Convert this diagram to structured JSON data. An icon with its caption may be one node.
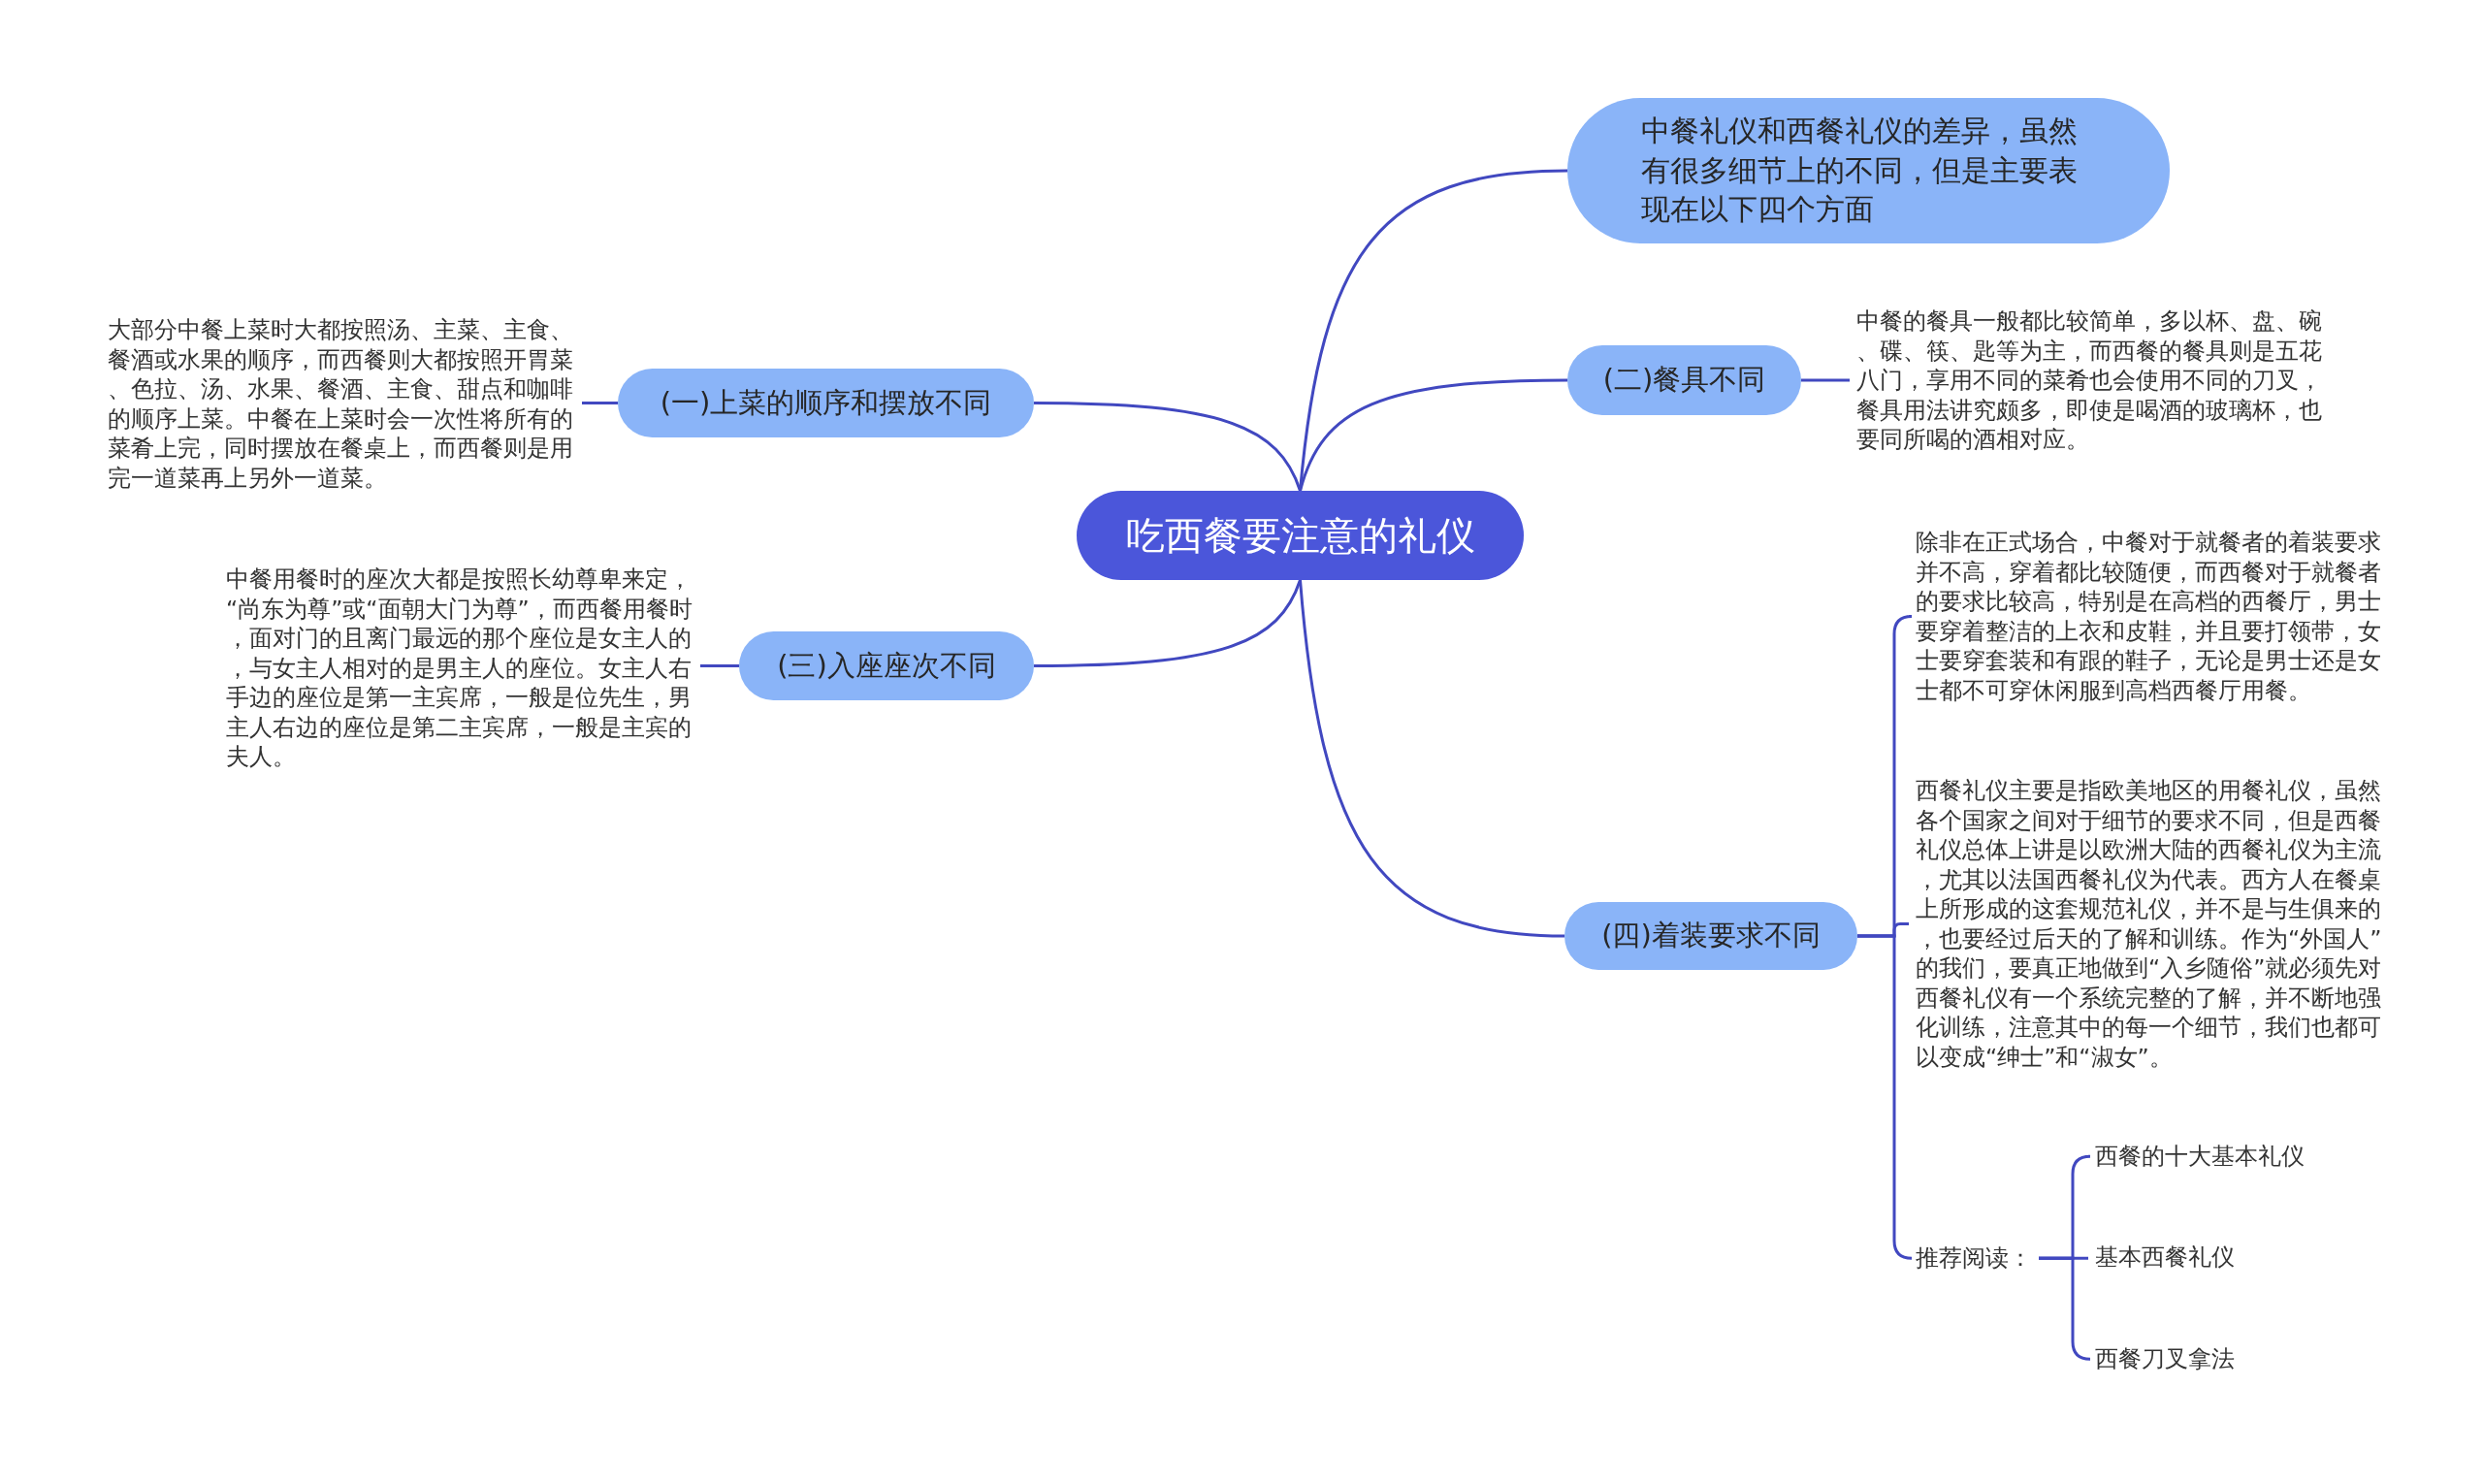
{
  "diagram": {
    "nodes": [
      {
        "text": [
          "吃西餐要注意的礼仪"
        ]
      },
      {
        "text": [
          "中餐礼仪和西餐礼仪的差异，虽然有很多细节上的不同，但是主要表现在以下四个方面"
        ]
      },
      {
        "text": [
          "(一)上菜的顺序和摆放不同"
        ]
      },
      {
        "text": [
          "大部分中餐上菜时大都按照汤、主菜、主食、餐酒或水果的顺序，而西餐则大都按照开胃菜、色拉、汤、水果、餐酒、主食、甜点和咖啡的顺序上菜。中餐在上菜时会一次性将所有的菜肴上完，同时摆放在餐桌上，而西餐则是用完一道菜再上另外一道菜。"
        ]
      },
      {
        "text": [
          "(二)餐具不同"
        ]
      },
      {
        "text": [
          "中餐的餐具一般都比较简单，多以杯、盘、碗、碟、筷、匙等为主，而西餐的餐具则是五花八门，享用不同的菜肴也会使用不同的刀叉，餐具用法讲究颇多，即使是喝酒的玻璃杯，也要同所喝的酒相对应。"
        ]
      },
      {
        "text": [
          "(三)入座座次不同"
        ]
      },
      {
        "text": [
          "中餐用餐时的座次大都是按照长幼尊卑来定，“尚东为尊”或“面朝大门为尊”，而西餐用餐时，面对门的且离门最远的那个座位是女主人的，与女主人相对的是男主人的座位。女主人右手边的座位是第一主宾席，一般是位先生，男主人右边的座位是第二主宾席，一般是主宾的夫人。"
        ]
      },
      {
        "text": [
          "(四)着装要求不同"
        ]
      },
      {
        "text": [
          "除非在正式场合，中餐对于就餐者的着装要求并不高，穿着都比较随便，而西餐对于就餐者的要求比较高，特别是在高档的西餐厅，男士要穿着整洁的上衣和皮鞋，并且要打领带，女士要穿套装和有跟的鞋子，无论是男士还是女士都不可穿休闲服到高档西餐厅用餐。"
        ]
      },
      {
        "text": [
          "西餐礼仪主要是指欧美地区的用餐礼仪，虽然各个国家之间对于细节的要求不同，但是西餐礼仪总体上讲是以欧洲大陆的西餐礼仪为主流，尤其以法国西餐礼仪为代表。西方人在餐桌上所形成的这套规范礼仪，并不是与生俱来的，也要经过后天的了解和训练。作为“外国人”的我们，要真正地做到“入乡随俗”就必须先对西餐礼仪有一个系统完整的了解，并不断地强化训练，注意其中的每一个细节，我们也都可以变成“绅士”和“淑女”。"
        ]
      },
      {
        "text": [
          "推荐阅读："
        ]
      },
      {
        "text": [
          "西餐的十大基本礼仪"
        ]
      },
      {
        "text": [
          "基本西餐礼仪"
        ]
      },
      {
        "text": [
          "西餐刀叉拿法"
        ]
      }
    ],
    "edges": [
      {
        "from": 0,
        "to": 1,
        "arrow": "none"
      },
      {
        "from": 0,
        "to": 2,
        "arrow": "none"
      },
      {
        "from": 2,
        "to": 3,
        "arrow": "none"
      },
      {
        "from": 0,
        "to": 4,
        "arrow": "none"
      },
      {
        "from": 4,
        "to": 5,
        "arrow": "none"
      },
      {
        "from": 0,
        "to": 6,
        "arrow": "none"
      },
      {
        "from": 6,
        "to": 7,
        "arrow": "none"
      },
      {
        "from": 0,
        "to": 8,
        "arrow": "none"
      },
      {
        "from": 8,
        "to": 9,
        "arrow": "none"
      },
      {
        "from": 8,
        "to": 10,
        "arrow": "none"
      },
      {
        "from": 8,
        "to": 11,
        "arrow": "none"
      },
      {
        "from": 11,
        "to": 12,
        "arrow": "none"
      },
      {
        "from": 11,
        "to": 13,
        "arrow": "none"
      },
      {
        "from": 11,
        "to": 14,
        "arrow": "none"
      }
    ]
  }
}
